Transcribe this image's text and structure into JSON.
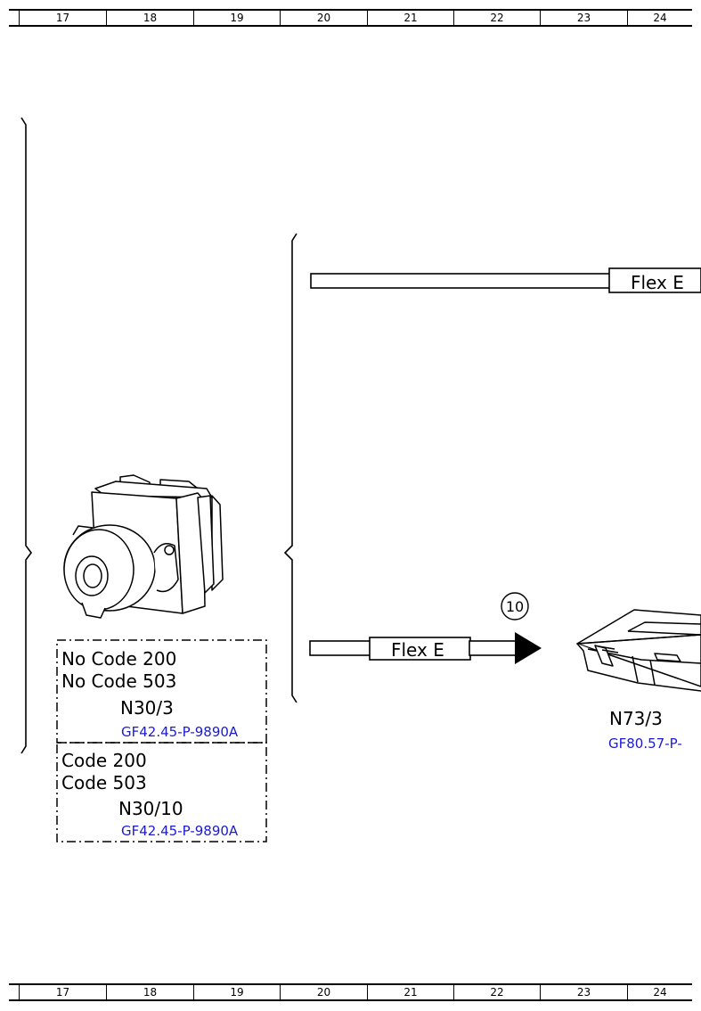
{
  "ruler": {
    "columns": [
      "17",
      "18",
      "19",
      "20",
      "21",
      "22",
      "23",
      "24"
    ]
  },
  "connector_top": {
    "label": "Flex E"
  },
  "connector_bottom": {
    "label": "Flex E"
  },
  "marker": {
    "number": "10"
  },
  "pump_group": {
    "variant_a": {
      "line1": "No Code 200",
      "line2": "No Code 503",
      "component": "N30/3",
      "ref": "GF42.45-P-9890A"
    },
    "variant_b": {
      "line1": "Code 200",
      "line2": "Code 503",
      "component": "N30/10",
      "ref": "GF42.45-P-9890A"
    }
  },
  "module": {
    "component": "N73/3",
    "ref": "GF80.57-P-"
  }
}
